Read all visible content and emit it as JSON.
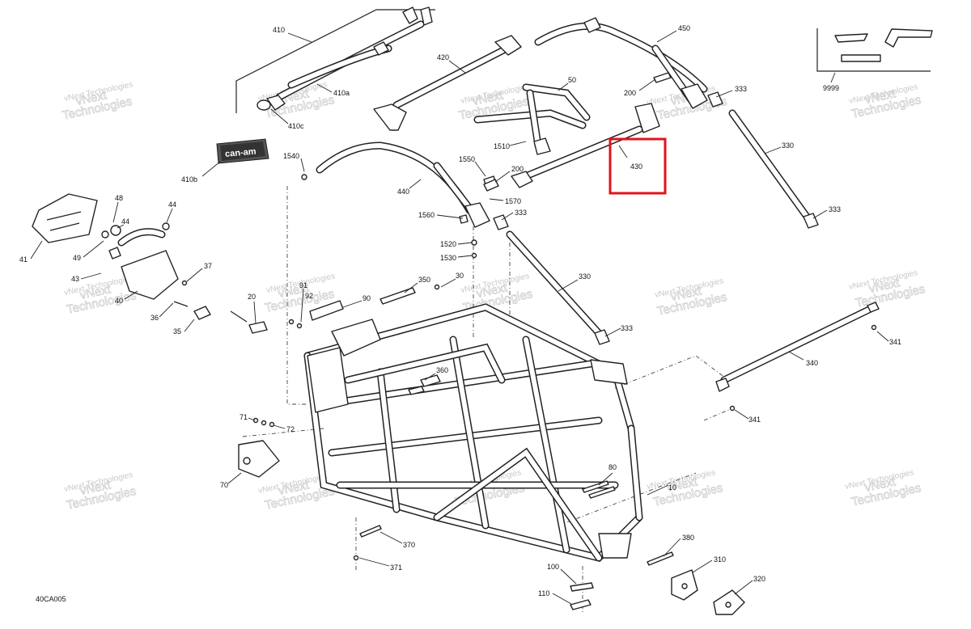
{
  "diagram_code": "40CA005",
  "brand_decal_text": "can-am",
  "watermark": {
    "line1": "vNext Technologies",
    "big1": "vNext",
    "big2": "Technologies"
  },
  "highlight": {
    "color": "#e0141e",
    "target_label": "430"
  },
  "callouts": [
    {
      "id": "c410",
      "text": "410"
    },
    {
      "id": "c410a",
      "text": "410a"
    },
    {
      "id": "c410c",
      "text": "410c"
    },
    {
      "id": "c410b",
      "text": "410b"
    },
    {
      "id": "c420",
      "text": "420"
    },
    {
      "id": "c450",
      "text": "450"
    },
    {
      "id": "c50",
      "text": "50"
    },
    {
      "id": "c200a",
      "text": "200"
    },
    {
      "id": "c333a",
      "text": "333"
    },
    {
      "id": "c9999",
      "text": "9999"
    },
    {
      "id": "c1540",
      "text": "1540"
    },
    {
      "id": "c1550",
      "text": "1550"
    },
    {
      "id": "c200b",
      "text": "200"
    },
    {
      "id": "c440",
      "text": "440"
    },
    {
      "id": "c1510",
      "text": "1510"
    },
    {
      "id": "c430",
      "text": "430"
    },
    {
      "id": "c330a",
      "text": "330"
    },
    {
      "id": "c1570",
      "text": "1570"
    },
    {
      "id": "c333b",
      "text": "333"
    },
    {
      "id": "c1560",
      "text": "1560"
    },
    {
      "id": "c333c",
      "text": "333"
    },
    {
      "id": "c1520",
      "text": "1520"
    },
    {
      "id": "c1530",
      "text": "1530"
    },
    {
      "id": "c48",
      "text": "48"
    },
    {
      "id": "c44a",
      "text": "44"
    },
    {
      "id": "c44b",
      "text": "44"
    },
    {
      "id": "c41",
      "text": "41"
    },
    {
      "id": "c49",
      "text": "49"
    },
    {
      "id": "c37",
      "text": "37"
    },
    {
      "id": "c43",
      "text": "43"
    },
    {
      "id": "c40",
      "text": "40"
    },
    {
      "id": "c36",
      "text": "36"
    },
    {
      "id": "c35",
      "text": "35"
    },
    {
      "id": "c20",
      "text": "20"
    },
    {
      "id": "c91",
      "text": "91"
    },
    {
      "id": "c92",
      "text": "92"
    },
    {
      "id": "c90",
      "text": "90"
    },
    {
      "id": "c350",
      "text": "350"
    },
    {
      "id": "c30",
      "text": "30"
    },
    {
      "id": "c330b",
      "text": "330"
    },
    {
      "id": "c333d",
      "text": "333"
    },
    {
      "id": "c360",
      "text": "360"
    },
    {
      "id": "c340",
      "text": "340"
    },
    {
      "id": "c341a",
      "text": "341"
    },
    {
      "id": "c341b",
      "text": "341"
    },
    {
      "id": "c71",
      "text": "71"
    },
    {
      "id": "c72",
      "text": "72"
    },
    {
      "id": "c70",
      "text": "70"
    },
    {
      "id": "c80",
      "text": "80"
    },
    {
      "id": "c10",
      "text": "10"
    },
    {
      "id": "c370",
      "text": "370"
    },
    {
      "id": "c371",
      "text": "371"
    },
    {
      "id": "c380",
      "text": "380"
    },
    {
      "id": "c310",
      "text": "310"
    },
    {
      "id": "c320",
      "text": "320"
    },
    {
      "id": "c100",
      "text": "100"
    },
    {
      "id": "c110",
      "text": "110"
    }
  ]
}
